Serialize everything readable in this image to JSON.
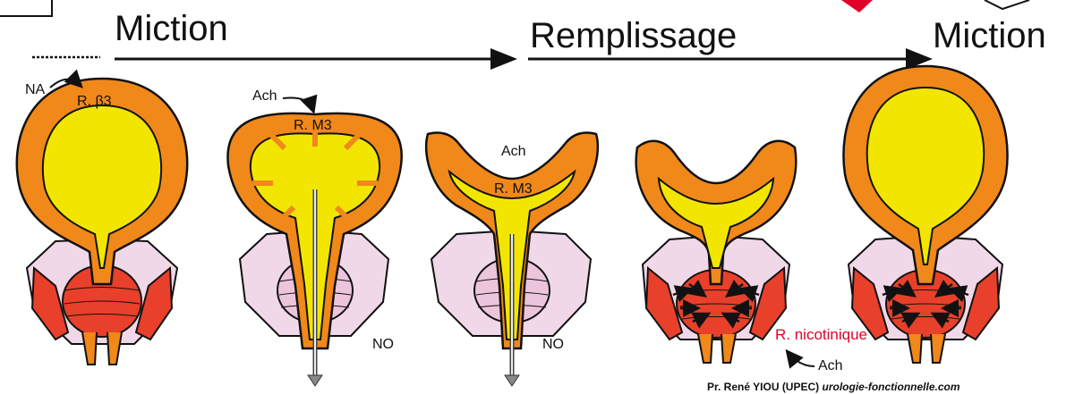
{
  "headings": {
    "miction_left": "Miction",
    "remplissage": "Remplissage",
    "miction_right": "Miction"
  },
  "labels": {
    "na": "NA",
    "r_beta3": "R. β3",
    "ach_1": "Ach",
    "r_m3_1": "R. M3",
    "ach_2": "Ach",
    "r_m3_2": "R. M3",
    "no_1": "NO",
    "no_2": "NO",
    "r_nicotinique": "R. nicotinique",
    "ach_3": "Ach"
  },
  "credit": {
    "author": "Pr. René YIOU (UPEC)",
    "site": "urologie-fonctionnelle.com"
  },
  "colors": {
    "wall": "#f0881a",
    "lumen": "#f2e600",
    "sphincter": "#e8402a",
    "pelvic_floor": "#f0d8e8",
    "pelvic_floor_dark": "#e8412f",
    "relaxed_sphincter": "#ecc4dc",
    "accent_red": "#e0002a"
  }
}
